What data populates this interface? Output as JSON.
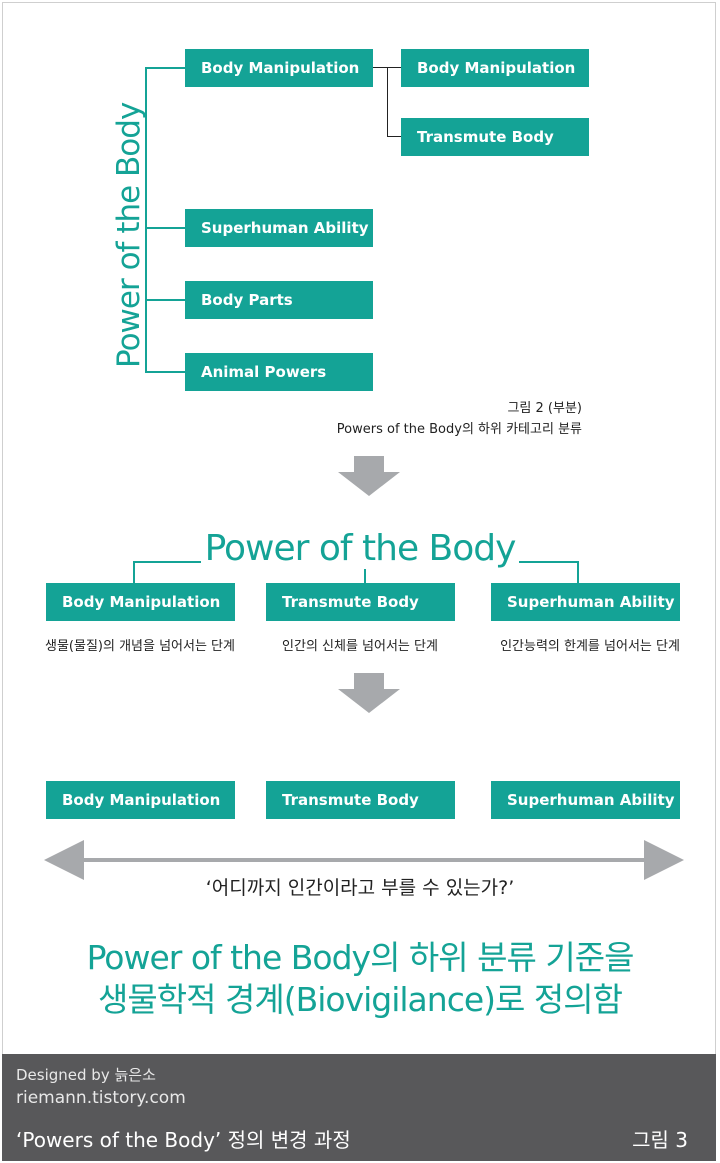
{
  "top_diagram": {
    "vertical_title": "Power of the Body",
    "categories": [
      "Body Manipulation",
      "Superhuman Ability",
      "Body Parts",
      "Animal Powers"
    ],
    "sub_categories": [
      "Body Manipulation",
      "Transmute Body"
    ],
    "caption_line1": "그림 2 (부분)",
    "caption_line2": "Powers of the Body의 하위 카테고리 분류"
  },
  "middle_diagram": {
    "title": "Power of the Body",
    "boxes": [
      "Body Manipulation",
      "Transmute Body",
      "Superhuman Ability"
    ],
    "descriptions": [
      "생물(물질)의 개념을 넘어서는 단계",
      "인간의 신체를 넘어서는 단계",
      "인간능력의 한계를 넘어서는 단계"
    ]
  },
  "bottom_diagram": {
    "boxes": [
      "Body Manipulation",
      "Transmute Body",
      "Superhuman Ability"
    ],
    "question": "‘어디까지 인간이라고 부를 수 있는가?’"
  },
  "conclusion": {
    "line1": "Power of the Body의 하위 분류 기준을",
    "line2": "생물학적 경계(Biovigilance)로 정의함"
  },
  "footer": {
    "designed_by": "Designed by 늙은소",
    "site": "riemann.tistory.com",
    "title": "‘Powers of the Body’ 정의 변경 과정",
    "figure_label": "그림 3"
  },
  "colors": {
    "accent": "#14a396",
    "arrow": "#a7a9ac",
    "footer_bg": "#58585a"
  }
}
